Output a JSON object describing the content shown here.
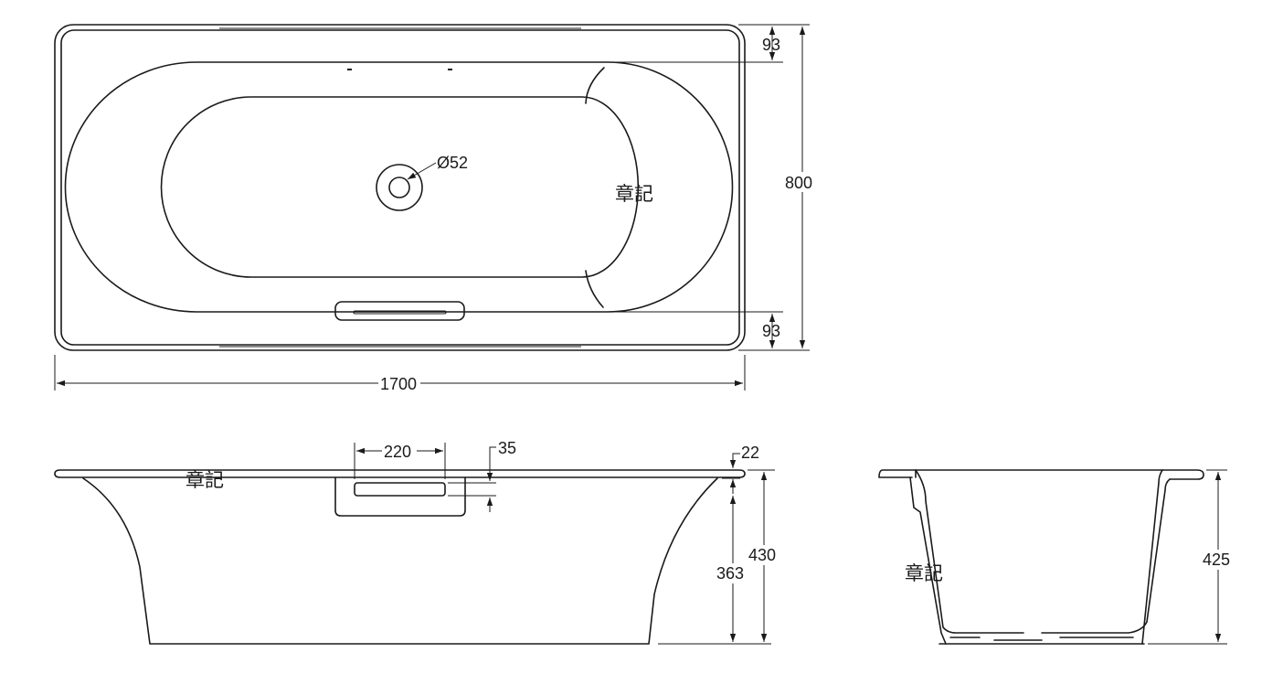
{
  "watermark": "章記",
  "top_view": {
    "dim_top_rim": "93",
    "dim_bottom_rim": "93",
    "dim_width": "800",
    "dim_length": "1700",
    "dim_drain": "Ø52"
  },
  "side_view": {
    "dim_handle_width": "220",
    "dim_handle_offset": "35",
    "dim_rim_thickness": "22",
    "dim_inner_height": "363",
    "dim_total_height": "430"
  },
  "end_view": {
    "dim_height": "425"
  }
}
